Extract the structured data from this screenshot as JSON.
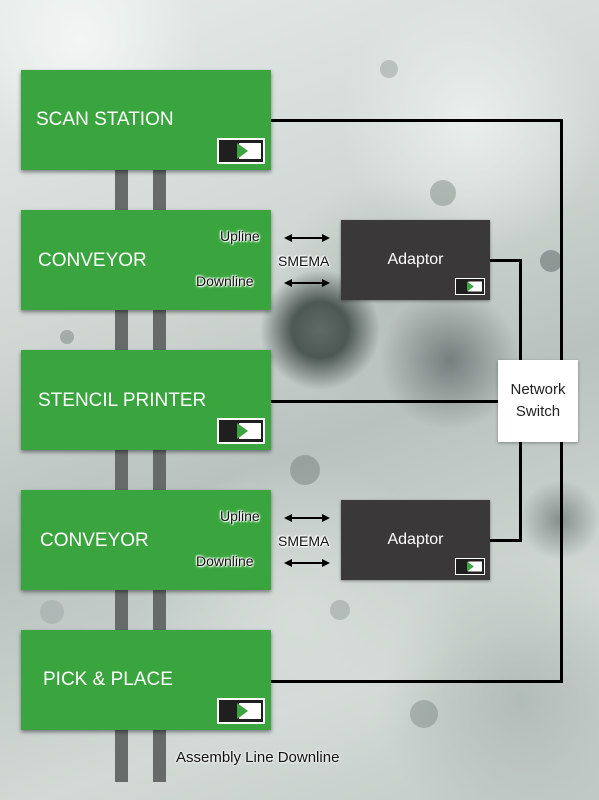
{
  "stations": [
    {
      "label": "SCAN STATION"
    },
    {
      "label": "CONVEYOR"
    },
    {
      "label": "STENCIL PRINTER"
    },
    {
      "label": "CONVEYOR"
    },
    {
      "label": "PICK & PLACE"
    }
  ],
  "smema_links": [
    {
      "upline": "Upline",
      "downline": "Downline",
      "protocol": "SMEMA",
      "adaptor": "Adaptor"
    },
    {
      "upline": "Upline",
      "downline": "Downline",
      "protocol": "SMEMA",
      "adaptor": "Adaptor"
    }
  ],
  "network_switch": {
    "line1": "Network",
    "line2": "Switch"
  },
  "caption": "Assembly Line Downline",
  "colors": {
    "station": "#3aa53f",
    "adaptor": "#3a3838",
    "switch": "#ffffff",
    "connector": "#000000",
    "rail": "#666a68"
  },
  "icons": {
    "station_badge": "arrow-into-box-icon",
    "link_arrow": "double-arrow-icon"
  }
}
